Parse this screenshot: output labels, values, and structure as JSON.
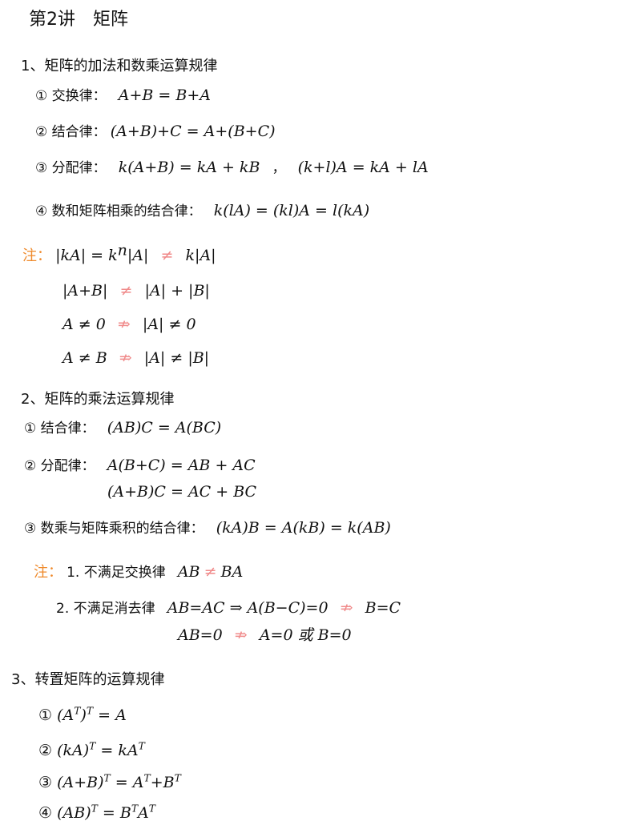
{
  "title": "第2讲　矩阵",
  "s1": {
    "heading": "1、矩阵的加法和数乘运算规律",
    "r1": {
      "label": "① 交换律：",
      "expr": "A+B = B+A"
    },
    "r2": {
      "label": "② 结合律：",
      "expr": "(A+B)+C = A+(B+C)"
    },
    "r3": {
      "label": "③ 分配律：",
      "expr1": "k(A+B) = kA + kB",
      "sep": "，",
      "expr2": "(k+l)A = kA + lA"
    },
    "r4": {
      "label": "④ 数和矩阵相乘的结合律：",
      "expr": "k(lA) = (kl)A = l(kA)"
    },
    "note": {
      "label": "注：",
      "n1": {
        "a": "|kA| = k",
        "sup": "n",
        "b": "|A|",
        "op": "≠",
        "c": "k|A|"
      },
      "n2": {
        "a": "|A+B|",
        "op": "≠",
        "b": "|A| + |B|"
      },
      "n3": {
        "a": "A ≠ 0",
        "op": "⇏",
        "b": "|A| ≠ 0"
      },
      "n4": {
        "a": "A ≠ B",
        "op": "⇏",
        "b": "|A| ≠ |B|"
      }
    }
  },
  "s2": {
    "heading": "2、矩阵的乘法运算规律",
    "r1": {
      "label": "① 结合律：",
      "expr": "(AB)C = A(BC)"
    },
    "r2": {
      "label": "② 分配律：",
      "expr1": "A(B+C) = AB + AC",
      "expr2": "(A+B)C = AC + BC"
    },
    "r3": {
      "label": "③ 数乘与矩阵乘积的结合律：",
      "expr": "(kA)B = A(kB) = k(AB)"
    },
    "note": {
      "label": "注：",
      "n1": {
        "text": "1. 不满足交换律",
        "a": "AB",
        "op": "≠",
        "b": "BA"
      },
      "n2": {
        "text": "2. 不满足消去律",
        "a": "AB=AC ⇒ A(B−C)=0",
        "op": "⇏",
        "b": "B=C"
      },
      "n3": {
        "a": "AB=0",
        "op": "⇏",
        "b": "A=0 或 B=0"
      }
    }
  },
  "s3": {
    "heading": "3、转置矩阵的运算规律",
    "r1": {
      "num": "①",
      "a": "(A",
      "supa": "T",
      "b": ")",
      "supb": "T",
      "c": " = A"
    },
    "r2": {
      "num": "②",
      "a": "(kA)",
      "supa": "T",
      "b": " = kA",
      "supb": "T"
    },
    "r3": {
      "num": "③",
      "a": "(A+B)",
      "supa": "T",
      "b": " = A",
      "supb": "T",
      "c": "+B",
      "supc": "T"
    },
    "r4": {
      "num": "④",
      "a": "(AB)",
      "supa": "T",
      "b": " = B",
      "supb": "T",
      "c": "A",
      "supc": "T"
    }
  }
}
